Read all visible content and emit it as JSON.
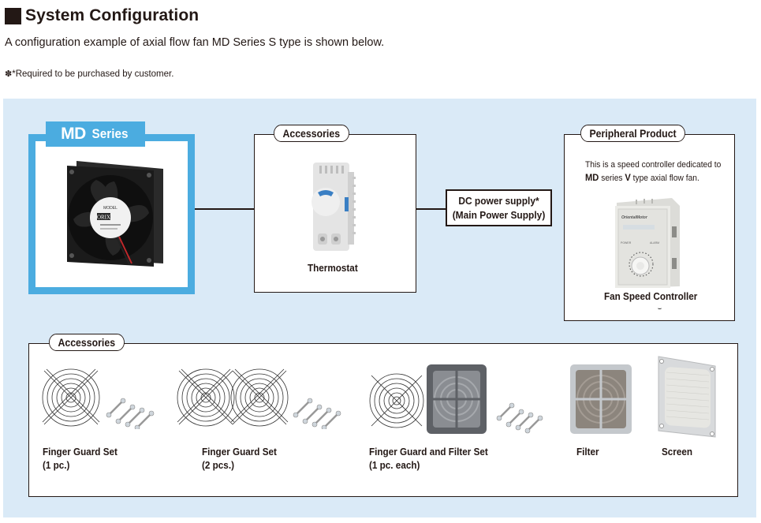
{
  "header": {
    "title": "System Configuration",
    "intro": "A configuration example of axial flow fan MD Series S type is shown below.",
    "note_mark": "✽",
    "note": "*Required to be purchased by customer."
  },
  "colors": {
    "background_panel": "#daeaf7",
    "series_accent": "#4bace0",
    "text": "#231815"
  },
  "md_series": {
    "tag_bold": "MD",
    "tag_rest": "Series",
    "image": "axial-flow-fan",
    "fan_label": {
      "model": "MODEL",
      "brand": "ORIX"
    }
  },
  "accessories_top": {
    "tag": "Accessories",
    "items": [
      {
        "name": "Thermostat",
        "image": "thermostat"
      }
    ]
  },
  "power_supply": {
    "line1": "DC power supply*",
    "line2": "(Main Power Supply)"
  },
  "peripheral": {
    "tag": "Peripheral Product",
    "desc_line1": "This is a speed controller dedicated to",
    "desc_md": "MD",
    "desc_series": " series ",
    "desc_v": "V",
    "desc_tail": " type axial flow fan.",
    "product_name": "Fan Speed Controller",
    "image": "fan-speed-controller"
  },
  "accessories_bottom": {
    "tag": "Accessories",
    "items": [
      {
        "name": "Finger Guard Set",
        "qty": "(1 pc.)",
        "image": "finger-guard-1"
      },
      {
        "name": "Finger Guard Set",
        "qty": "(2 pcs.)",
        "image": "finger-guard-2"
      },
      {
        "name": "Finger Guard and Filter Set",
        "qty": "(1 pc. each)",
        "image": "finger-guard-filter-set"
      },
      {
        "name": "Filter",
        "qty": "",
        "image": "filter"
      },
      {
        "name": "Screen",
        "qty": "",
        "image": "screen"
      }
    ]
  }
}
